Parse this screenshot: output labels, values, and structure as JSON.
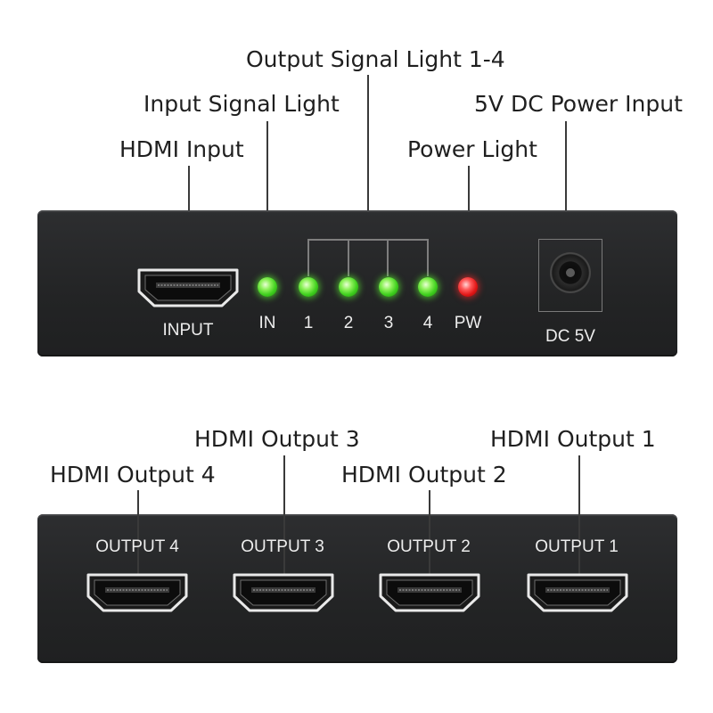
{
  "callouts": {
    "output_signal_light": "Output Signal Light 1-4",
    "input_signal_light": "Input Signal Light",
    "dc_power_input": "5V DC Power Input",
    "hdmi_input": "HDMI Input",
    "power_light": "Power Light",
    "hdmi_output_3": "HDMI Output 3",
    "hdmi_output_1": "HDMI Output 1",
    "hdmi_output_4": "HDMI Output 4",
    "hdmi_output_2": "HDMI Output 2"
  },
  "front_panel": {
    "input_label": "INPUT",
    "led_labels": [
      "IN",
      "1",
      "2",
      "3",
      "4",
      "PW"
    ],
    "led_colors": [
      "green",
      "green",
      "green",
      "green",
      "green",
      "red"
    ],
    "dc_label": "DC 5V"
  },
  "back_panel": {
    "output_labels": [
      "OUTPUT 4",
      "OUTPUT 3",
      "OUTPUT 2",
      "OUTPUT 1"
    ]
  },
  "colors": {
    "panel": "#252628",
    "led_green": "#3fcf1e",
    "led_red": "#e01616",
    "label_text": "#ededed",
    "callout_text": "#1f1f1f"
  }
}
